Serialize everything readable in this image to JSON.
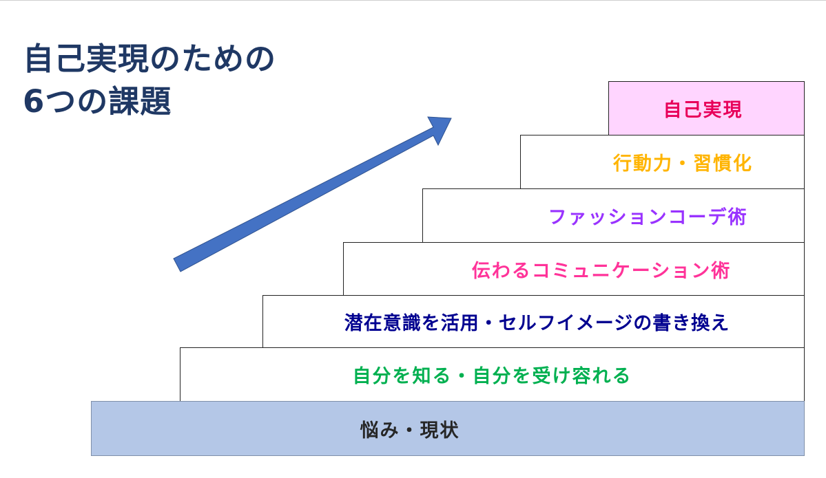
{
  "title": {
    "line1": "自己実現のための",
    "line2": "6つの課題"
  },
  "steps": [
    {
      "label": "自己実現",
      "color": "#e8005a",
      "fill": "#ffd5ff"
    },
    {
      "label": "行動力・習慣化",
      "color": "#ffb400",
      "fill": "#ffffff"
    },
    {
      "label": "ファッションコーデ術",
      "color": "#9933ff",
      "fill": "#ffffff"
    },
    {
      "label": "伝わるコミュニケーション術",
      "color": "#ff3399",
      "fill": "#ffffff"
    },
    {
      "label": "潜在意識を活用・セルフイメージの書き換え",
      "color": "#000090",
      "fill": "#ffffff"
    },
    {
      "label": "自分を知る・自分を受け容れる",
      "color": "#00b050",
      "fill": "#ffffff"
    },
    {
      "label": "悩み・現状",
      "color": "#262626",
      "fill": "#b4c7e7"
    }
  ],
  "arrow_color": "#4472c4"
}
